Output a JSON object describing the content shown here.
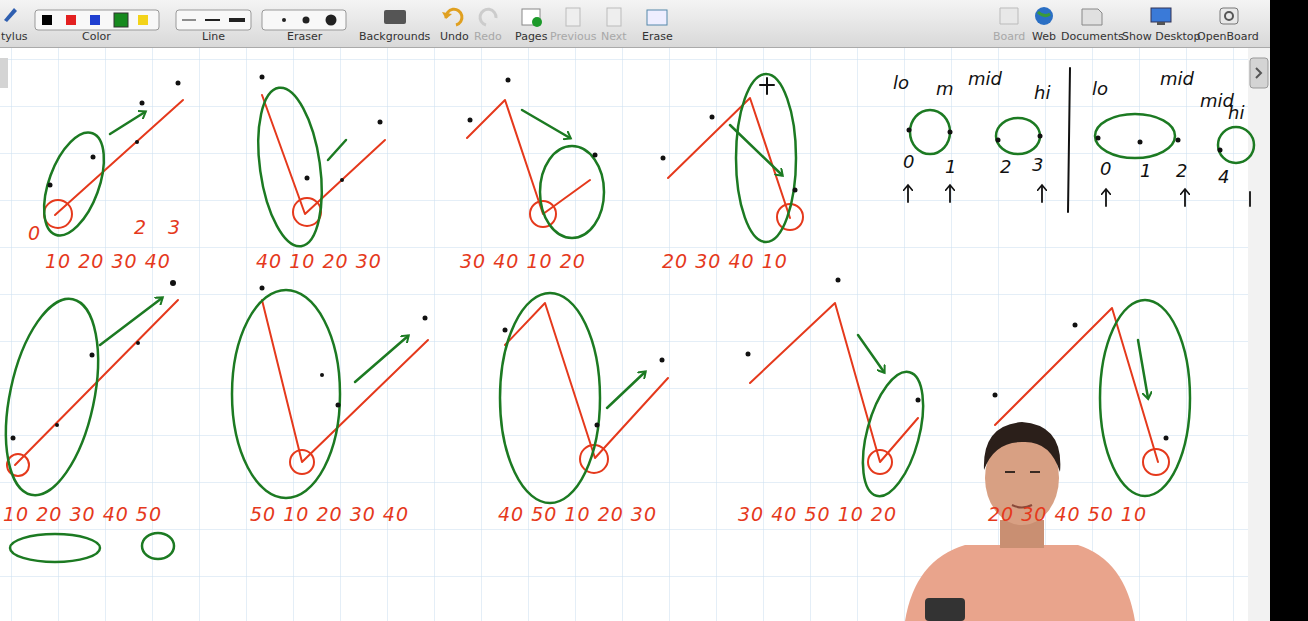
{
  "diagram": {
    "labels": [
      "tylus",
      "Color",
      "Line",
      "Eraser",
      "Backgrounds",
      "Undo",
      "Redo",
      "Pages",
      "Previous",
      "Next",
      "Erase",
      "Board",
      "Web",
      "Documents",
      "Show Desktop",
      "OpenBoard",
      "10 20 30 40",
      "0",
      "2",
      "3",
      "40 10 20 30",
      "30 40 10 20",
      "20 30 40 10",
      "lo",
      "m",
      "mid",
      "hi",
      "0",
      "1",
      "2",
      "3",
      "lo",
      "mid",
      "mid",
      "hi",
      "0",
      "1",
      "2",
      "4",
      "10 20 30 40 50",
      "50 10 20 30 40",
      "40 50 10 20 30",
      "30 40 50 10 20",
      "20 30 40 50 10"
    ]
  }
}
